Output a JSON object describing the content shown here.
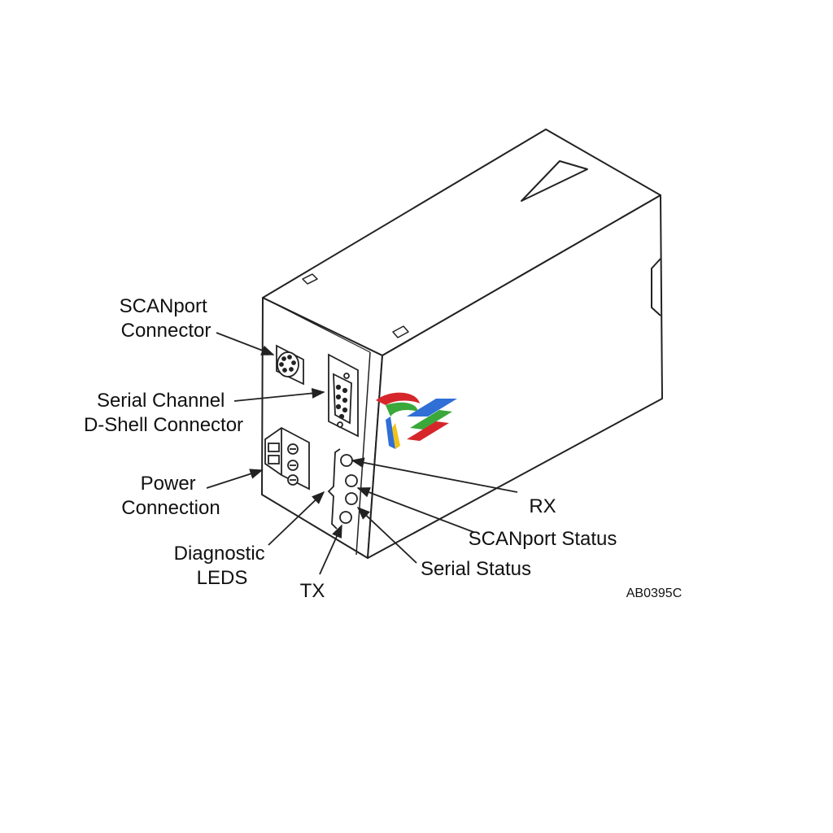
{
  "labels": {
    "scanport_connector": [
      "SCANport",
      "Connector"
    ],
    "serial_channel": [
      "Serial Channel",
      "D-Shell Connector"
    ],
    "power_connection": [
      "Power",
      "Connection"
    ],
    "diagnostic_leds": [
      "Diagnostic",
      "LEDS"
    ],
    "tx": "TX",
    "rx": "RX",
    "scanport_status": "SCANport Status",
    "serial_status": "Serial Status"
  },
  "figure_code": "AB0395C",
  "colors": {
    "line": "#222222",
    "body_fill": "#ffffff",
    "logo_red": "#d6262b",
    "logo_blue": "#2f6fd6",
    "logo_green": "#3aa83a",
    "logo_yellow": "#f2c21a"
  }
}
